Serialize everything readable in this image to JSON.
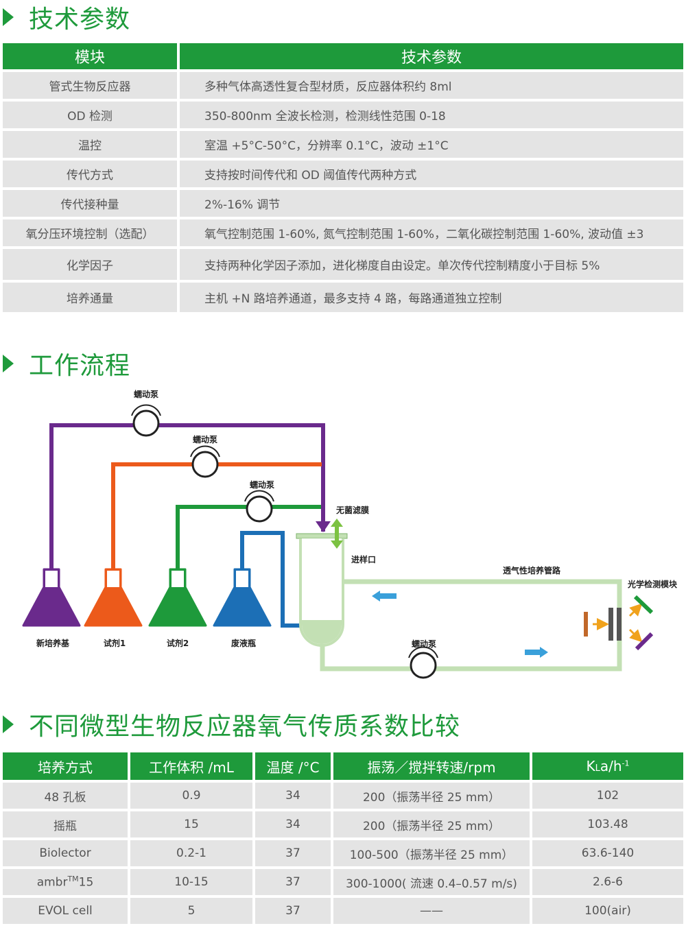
{
  "section1": {
    "title": "技术参数"
  },
  "tech_table": {
    "headers": [
      "模块",
      "技术参数"
    ],
    "rows": [
      [
        "管式生物反应器",
        "多种气体高透性复合型材质，反应器体积约 8ml"
      ],
      [
        "OD 检测",
        "350-800nm 全波长检测，检测线性范围 0-18"
      ],
      [
        "温控",
        "室温 +5°C-50°C，分辨率 0.1°C，波动 ±1°C"
      ],
      [
        "传代方式",
        "支持按时间传代和 OD 阈值传代两种方式"
      ],
      [
        "传代接种量",
        "2%-16% 调节"
      ],
      [
        "氧分压环境控制（选配）",
        "氧气控制范围 1-60%, 氮气控制范围 1-60%，二氧化碳控制范围 1-60%, 波动值 ±3"
      ],
      [
        "化学因子",
        "支持两种化学因子添加，进化梯度自由设定。单次传代控制精度小于目标 5%"
      ],
      [
        "培养通量",
        "主机 +N 路培养通道，最多支持 4 路，每路通道独立控制"
      ]
    ]
  },
  "section2": {
    "title": "工作流程"
  },
  "flow": {
    "pump_label": "蠕动泵",
    "filter_label": "无菌滤膜",
    "inlet_label": "进样口",
    "tube_label": "透气性培养管路",
    "optics_label": "光学检测模块",
    "flasks": [
      "新培养基",
      "试剂1",
      "试剂2",
      "废液瓶"
    ],
    "colors": {
      "purple": "#6a2a8c",
      "orange": "#ec5a1b",
      "green": "#1e9a3b",
      "blue": "#1c6fb6",
      "light_green": "#c3e0b4",
      "arrow_blue": "#3aa0da"
    }
  },
  "section3": {
    "title": "不同微型生物反应器氧气传质系数比较"
  },
  "cmp_table": {
    "headers": [
      "培养方式",
      "工作体积 /mL",
      "温度 /°C",
      "振荡／搅拌转速/rpm"
    ],
    "kla": {
      "k": "K",
      "l": "L",
      "a": "a/h",
      "exp": "-1"
    },
    "rows": [
      {
        "method": "48 孔板",
        "vol": "0.9",
        "temp": "34",
        "speed": "200（振荡半径 25 mm）",
        "kla": "102"
      },
      {
        "method": "摇瓶",
        "vol": "15",
        "temp": "34",
        "speed": "200（振荡半径 25 mm）",
        "kla": "103.48"
      },
      {
        "method": "Biolector",
        "vol": "0.2-1",
        "temp": "37",
        "speed": "100-500（振荡半径 25 mm）",
        "kla": "63.6-140"
      },
      {
        "method": "ambr",
        "method_sup": "TM",
        "method_tail": "15",
        "vol": "10-15",
        "temp": "37",
        "speed": "300-1000( 流速 0.4–0.57 m/s)",
        "kla": "2.6-6"
      },
      {
        "method": "EVOL cell",
        "vol": "5",
        "temp": "37",
        "speed": "——",
        "kla": "100(air)"
      }
    ]
  }
}
